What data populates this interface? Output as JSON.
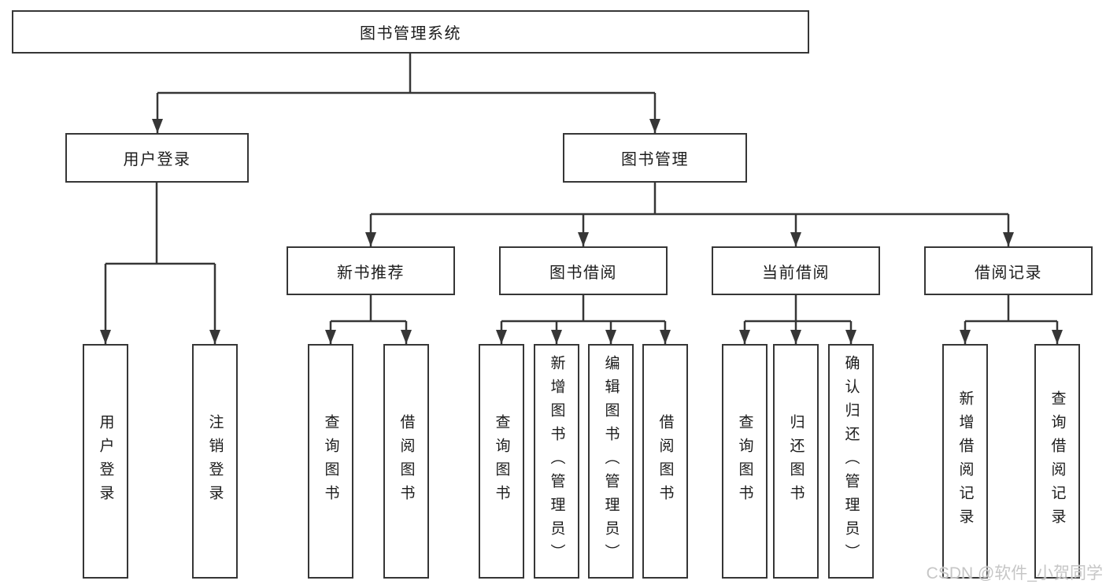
{
  "tree": {
    "label": "图书管理系统",
    "children": [
      {
        "label": "用户登录",
        "children": [
          {
            "label": "用户登录"
          },
          {
            "label": "注销登录"
          }
        ]
      },
      {
        "label": "图书管理",
        "children": [
          {
            "label": "新书推荐",
            "children": [
              {
                "label": "查询图书"
              },
              {
                "label": "借阅图书"
              }
            ]
          },
          {
            "label": "图书借阅",
            "children": [
              {
                "label": "查询图书"
              },
              {
                "label": "新增图书（管理员）"
              },
              {
                "label": "编辑图书（管理员）"
              },
              {
                "label": "借阅图书"
              }
            ]
          },
          {
            "label": "当前借阅",
            "children": [
              {
                "label": "查询图书"
              },
              {
                "label": "归还图书"
              },
              {
                "label": "确认归还（管理员）"
              }
            ]
          },
          {
            "label": "借阅记录",
            "children": [
              {
                "label": "新增借阅记录"
              },
              {
                "label": "查询借阅记录"
              }
            ]
          }
        ]
      }
    ]
  },
  "watermark": {
    "text": "CSDN @软件_小贺同学"
  },
  "colors": {
    "line": "#363636",
    "text": "#1c1c1c",
    "watermark": "#c6c6c6",
    "bg": "#ffffff"
  }
}
